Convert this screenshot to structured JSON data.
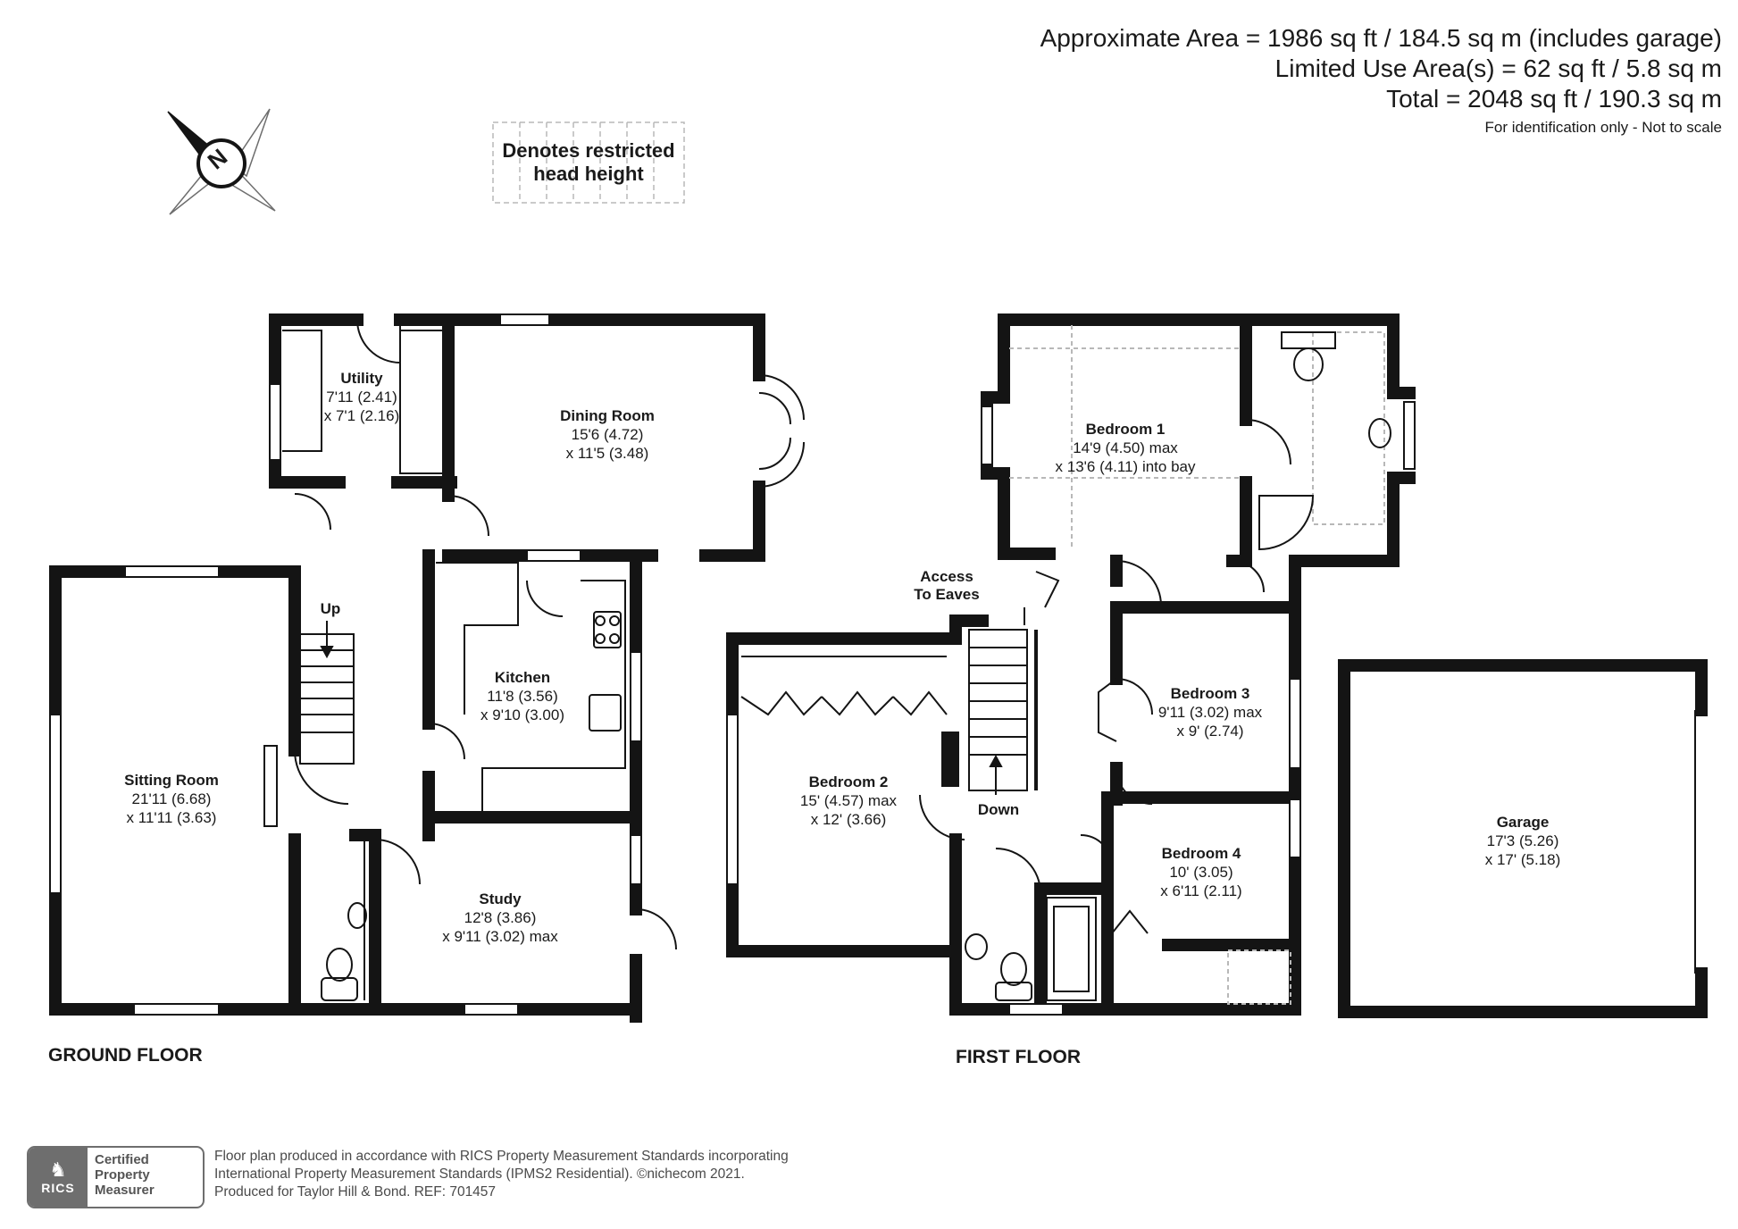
{
  "header": {
    "approx_area": "Approximate Area = 1986 sq ft / 184.5 sq m (includes garage)",
    "limited_use": "Limited Use Area(s) = 62 sq ft / 5.8 sq m",
    "total": "Total = 2048 sq ft / 190.3 sq m",
    "disclaimer": "For identification only - Not to scale"
  },
  "compass": {
    "label": "N"
  },
  "legend": {
    "line1": "Denotes restricted",
    "line2": "head height"
  },
  "floors": {
    "ground": "GROUND FLOOR",
    "first": "FIRST FLOOR"
  },
  "rooms": {
    "utility": {
      "name": "Utility",
      "dim1": "7'11 (2.41)",
      "dim2": "x 7'1 (2.16)"
    },
    "dining": {
      "name": "Dining Room",
      "dim1": "15'6 (4.72)",
      "dim2": "x 11'5 (3.48)"
    },
    "kitchen": {
      "name": "Kitchen",
      "dim1": "11'8 (3.56)",
      "dim2": "x 9'10 (3.00)"
    },
    "sitting": {
      "name": "Sitting Room",
      "dim1": "21'11 (6.68)",
      "dim2": "x 11'11 (3.63)"
    },
    "study": {
      "name": "Study",
      "dim1": "12'8 (3.86)",
      "dim2": "x 9'11 (3.02) max"
    },
    "bedroom1": {
      "name": "Bedroom 1",
      "dim1": "14'9 (4.50) max",
      "dim2": "x 13'6 (4.11) into bay"
    },
    "bedroom2": {
      "name": "Bedroom 2",
      "dim1": "15' (4.57) max",
      "dim2": "x 12' (3.66)"
    },
    "bedroom3": {
      "name": "Bedroom 3",
      "dim1": "9'11 (3.02) max",
      "dim2": "x 9' (2.74)"
    },
    "bedroom4": {
      "name": "Bedroom 4",
      "dim1": "10' (3.05)",
      "dim2": "x 6'11 (2.11)"
    },
    "garage": {
      "name": "Garage",
      "dim1": "17'3 (5.26)",
      "dim2": "x 17' (5.18)"
    }
  },
  "notes": {
    "up": "Up",
    "down": "Down",
    "eaves1": "Access",
    "eaves2": "To Eaves"
  },
  "footer": {
    "line1": "Floor plan produced in accordance with RICS Property Measurement Standards incorporating",
    "line2": "International Property Measurement Standards (IPMS2 Residential).  ©nichecom 2021.",
    "line3": "Produced for Taylor Hill & Bond.  REF:  701457",
    "rics": "RICS",
    "cert1": "Certified",
    "cert2": "Property",
    "cert3": "Measurer"
  },
  "colors": {
    "wall": "#141414",
    "muted": "#6e6e6e",
    "dashed": "#b8b8b8"
  }
}
